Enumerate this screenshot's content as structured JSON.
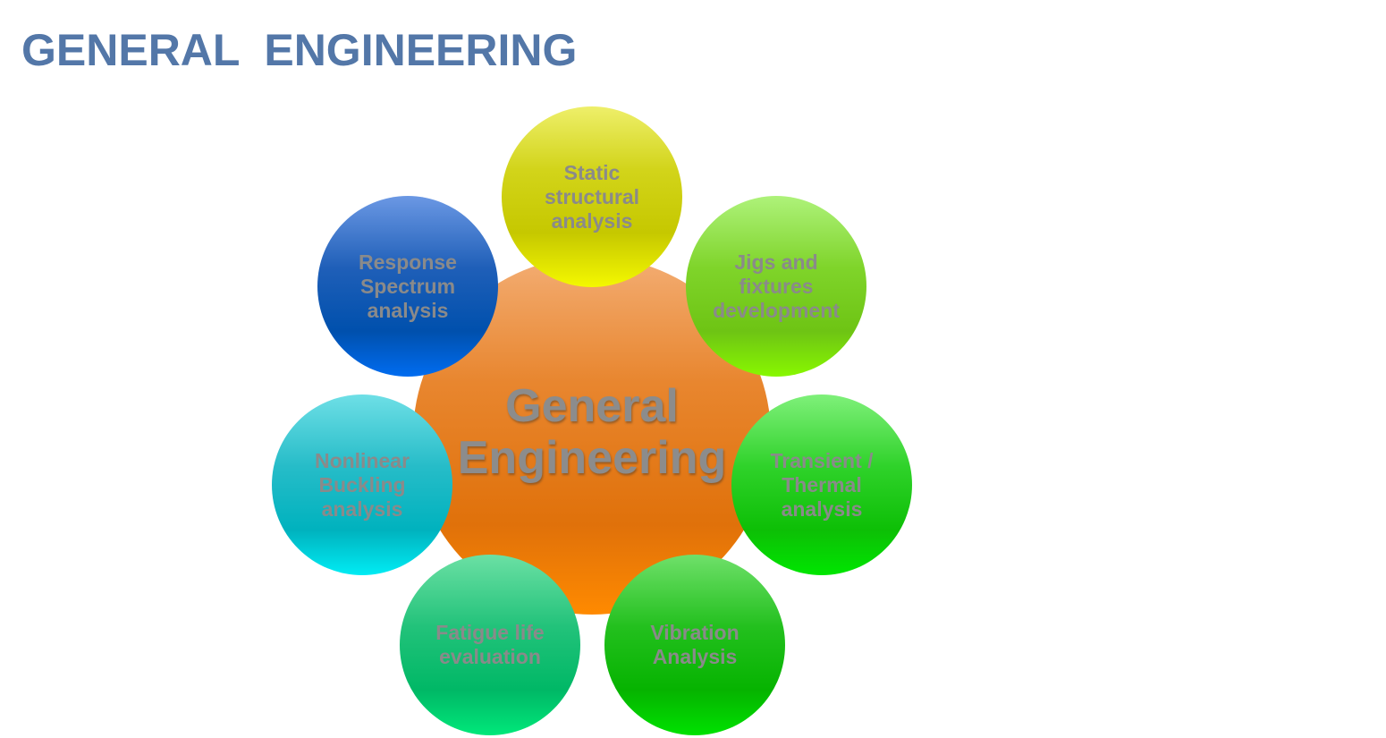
{
  "header": {
    "title": "GENERAL  ENGINEERING"
  },
  "diagram": {
    "center": {
      "label": "General\nEngineering",
      "color": "#e8862f"
    },
    "nodes": [
      {
        "id": "static",
        "label": "Static\nstructural\nanalysis",
        "color": "#c6c800"
      },
      {
        "id": "jigs",
        "label": "Jigs and\nfixtures\ndevelopment",
        "color": "#6ec414"
      },
      {
        "id": "transient",
        "label": "Transient /\nThermal\nanalysis",
        "color": "#0dbf06"
      },
      {
        "id": "vibration",
        "label": "Vibration\nAnalysis",
        "color": "#06b300"
      },
      {
        "id": "fatigue",
        "label": "Fatigue  life\nevaluation",
        "color": "#00b866"
      },
      {
        "id": "nonlinear",
        "label": "Nonlinear\nBuckling\nanalysis",
        "color": "#00b2be"
      },
      {
        "id": "response",
        "label": "Response\nSpectrum\nanalysis",
        "color": "#0050ad"
      }
    ]
  },
  "colors": {
    "title": "#5377a8",
    "label_text": "#8a8a8a",
    "background": "#ffffff"
  }
}
